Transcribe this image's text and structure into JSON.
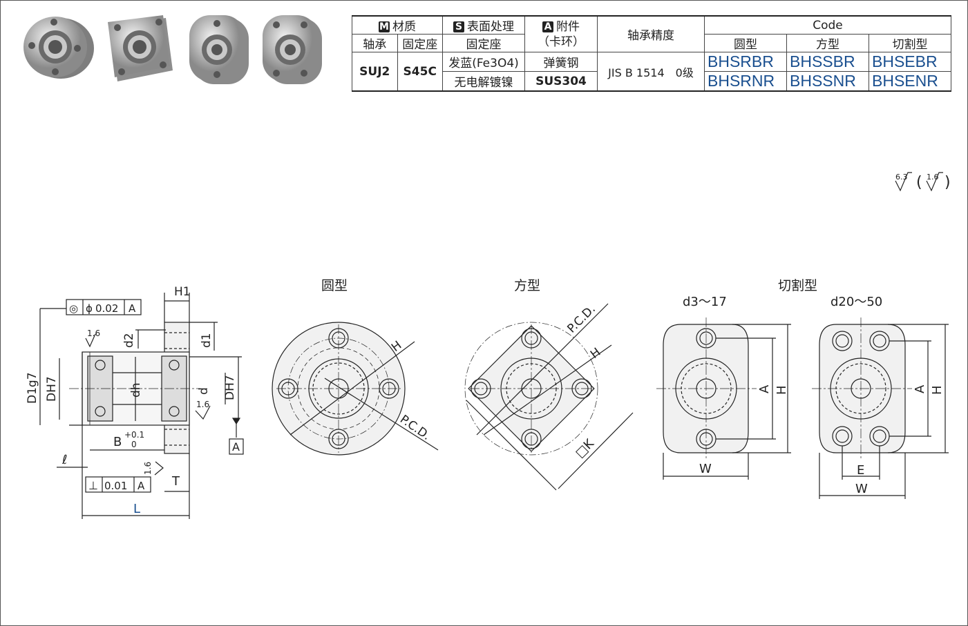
{
  "photos": [
    "round-flange-photo",
    "square-flange-photo",
    "cut-flange-photo-a",
    "cut-flange-photo-b"
  ],
  "table": {
    "h_material": "材质",
    "h_surface": "表面处理",
    "h_attachment": "附件",
    "h_attachment_sub": "（卡环）",
    "h_accuracy": "轴承精度",
    "h_code": "Code",
    "badge_m": "M",
    "badge_s": "S",
    "badge_a": "A",
    "h_bearing": "轴承",
    "h_housing": "固定座",
    "h_housing2": "固定座",
    "h_round": "圆型",
    "h_square": "方型",
    "h_cut": "切割型",
    "bearing_mat": "SUJ2",
    "housing_mat": "S45C",
    "surface1": "发蓝(Fe3O4)",
    "surface2": "无电解镀镍",
    "attach1": "弹簧钢",
    "attach2": "SUS304",
    "accuracy": "JIS B 1514　0级",
    "codes_row1": [
      "BHSRBR",
      "BHSSBR",
      "BHSEBR"
    ],
    "codes_row2": [
      "BHSRNR",
      "BHSSNR",
      "BHSENR"
    ]
  },
  "roughness": {
    "main": "6.3",
    "other": "1.6"
  },
  "drawing": {
    "titles": {
      "round": "圆型",
      "square": "方型",
      "cut": "切割型",
      "cut_small": "d3～17",
      "cut_large": "d20～50"
    },
    "section": {
      "concentric": "◎",
      "phi": "ϕ",
      "conc_tol": "0.02",
      "datum": "A",
      "H1": "H1",
      "d2": "d2",
      "d1": "d1",
      "D1g7": "D1g7",
      "DH7": "DH7",
      "dh": "dh",
      "d": "d",
      "DH7_right": "DH7",
      "rough": "1.6",
      "B": "B",
      "B_tol_plus": "+0.1",
      "B_tol_zero": "0",
      "datum_A": "A",
      "ell": "ℓ",
      "perp": "⊥",
      "perp_tol": "0.01",
      "perp_datum": "A",
      "T": "T",
      "L": "L"
    },
    "labels": {
      "H": "H",
      "PCD": "P.C.D.",
      "K": "□K",
      "A": "A",
      "W": "W",
      "E": "E"
    }
  }
}
